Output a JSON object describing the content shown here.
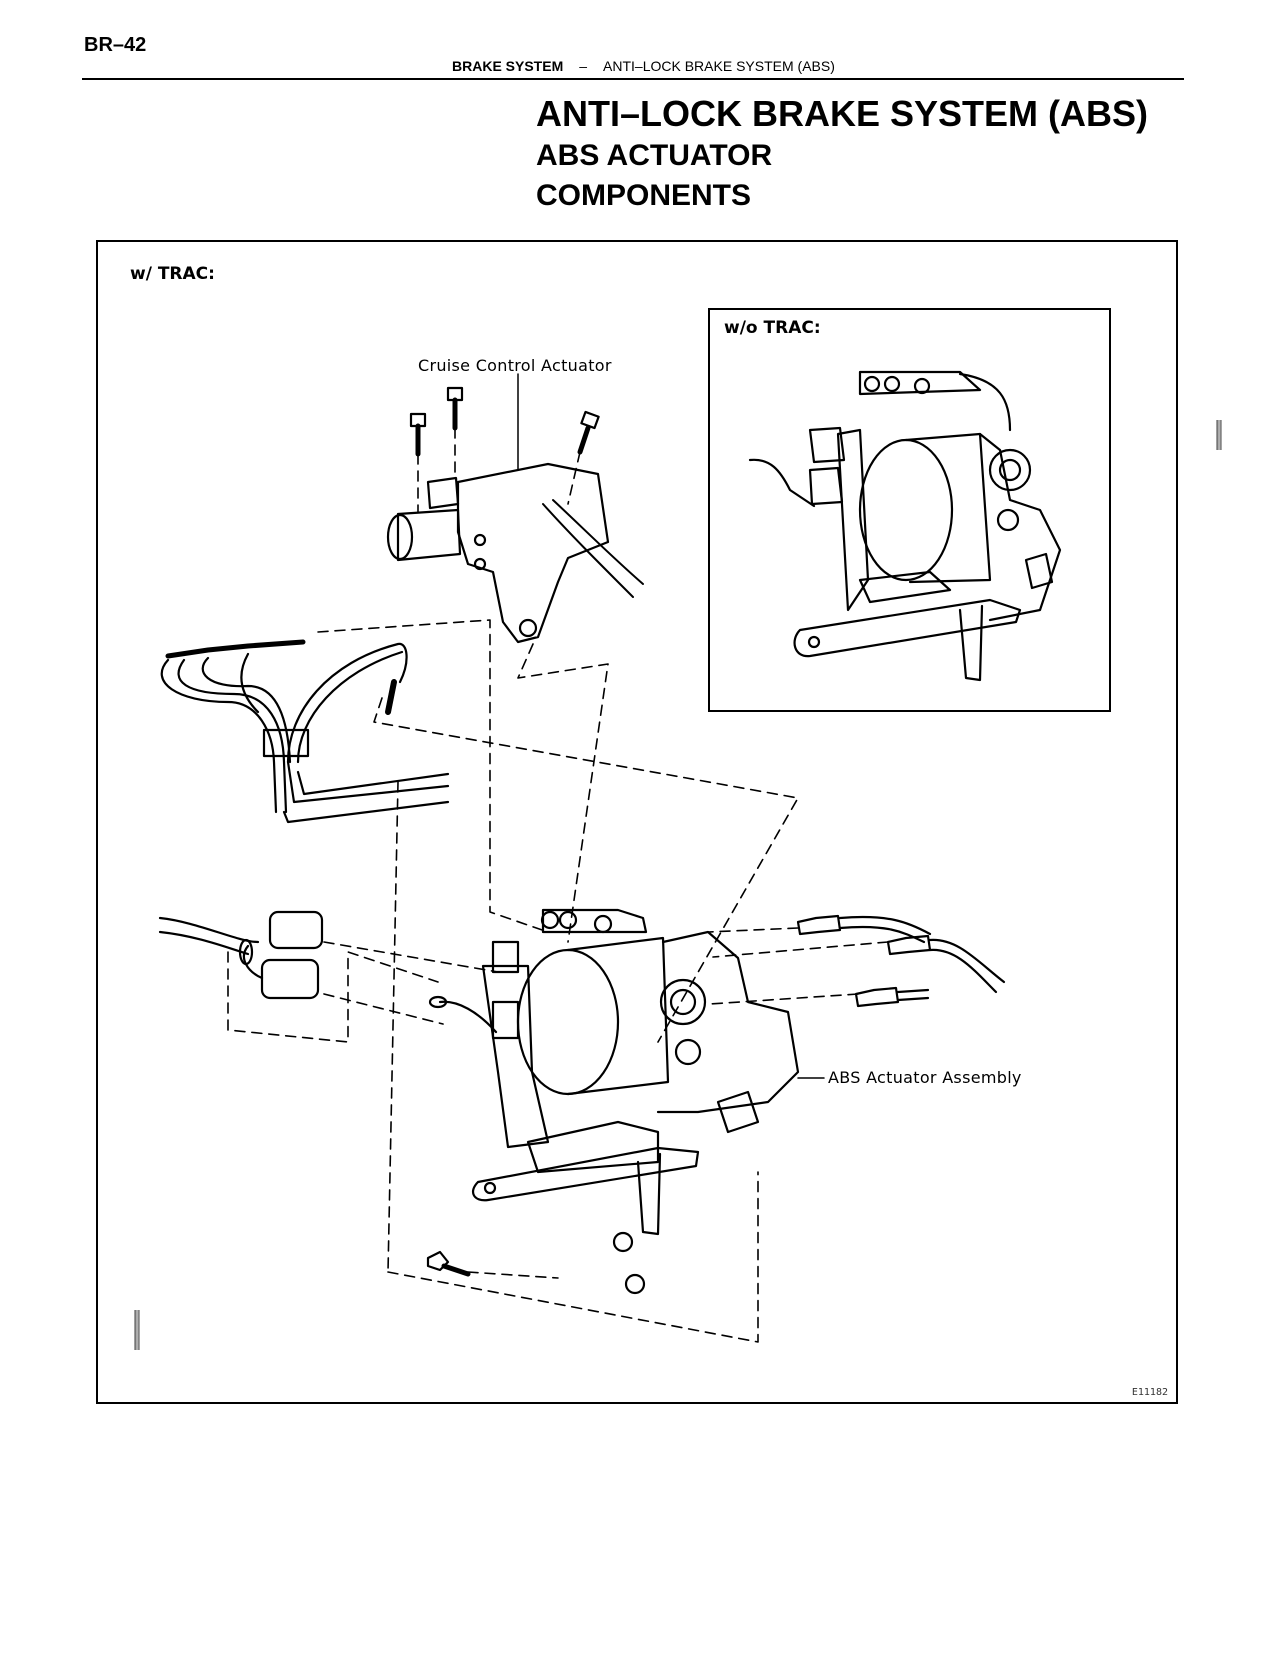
{
  "header": {
    "page_number": "BR–42",
    "section": "BRAKE SYSTEM",
    "separator": "–",
    "subsection": "ANTI–LOCK BRAKE SYSTEM (ABS)"
  },
  "title": {
    "main": "ANTI–LOCK BRAKE SYSTEM (ABS)",
    "sub1": "ABS ACTUATOR",
    "sub2": "COMPONENTS"
  },
  "figure": {
    "variant_with_trac": "w/ TRAC:",
    "variant_without_trac": "w/o TRAC:",
    "labels": {
      "cruise_control_actuator": "Cruise Control Actuator",
      "abs_actuator_assembly": "ABS Actuator Assembly"
    },
    "figure_code": "E11182"
  }
}
